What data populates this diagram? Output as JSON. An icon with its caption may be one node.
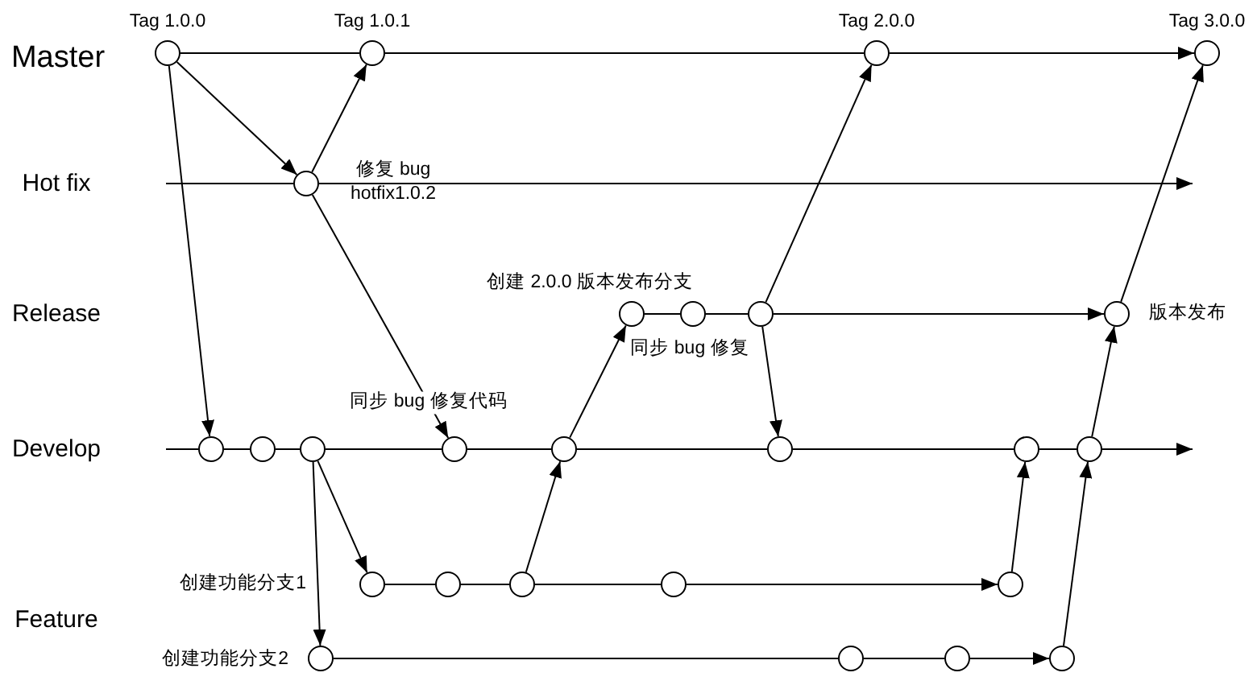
{
  "diagram": {
    "nodes": [
      {
        "text": [],
        "shape": "circle",
        "beside": [
          "Tag 1.0.0"
        ]
      },
      {
        "text": [],
        "shape": "circle",
        "beside": [
          "Tag 1.0.1"
        ]
      },
      {
        "text": [],
        "shape": "circle",
        "beside": [
          "Tag 2.0.0"
        ]
      },
      {
        "text": [],
        "shape": "circle",
        "beside": [
          "Tag 3.0.0"
        ]
      },
      {
        "text": [],
        "shape": "circle",
        "beside": [
          "修复 bug",
          "hotfix1.0.2"
        ]
      },
      {
        "text": [],
        "shape": "circle",
        "beside": [
          "创建 2.0.0 版本发布分支"
        ]
      },
      {
        "text": [],
        "shape": "circle",
        "beside": [
          "同步 bug 修复"
        ]
      },
      {
        "text": [],
        "shape": "circle"
      },
      {
        "text": [],
        "shape": "circle",
        "beside": [
          "版本发布"
        ]
      },
      {
        "text": [],
        "shape": "circle"
      },
      {
        "text": [],
        "shape": "circle"
      },
      {
        "text": [],
        "shape": "circle"
      },
      {
        "text": [],
        "shape": "circle"
      },
      {
        "text": [],
        "shape": "circle"
      },
      {
        "text": [],
        "shape": "circle"
      },
      {
        "text": [],
        "shape": "circle"
      },
      {
        "text": [],
        "shape": "circle"
      },
      {
        "text": [],
        "shape": "circle",
        "beside": [
          "创建功能分支1"
        ]
      },
      {
        "text": [],
        "shape": "circle"
      },
      {
        "text": [],
        "shape": "circle"
      },
      {
        "text": [],
        "shape": "circle"
      },
      {
        "text": [],
        "shape": "circle"
      },
      {
        "text": [],
        "shape": "circle",
        "beside": [
          "创建功能分支2"
        ]
      },
      {
        "text": [],
        "shape": "circle"
      },
      {
        "text": [],
        "shape": "circle"
      },
      {
        "text": [],
        "shape": "circle"
      }
    ],
    "edges": [
      {
        "from": 0,
        "to": 1,
        "arrow": "none"
      },
      {
        "from": 1,
        "to": 2,
        "arrow": "none"
      },
      {
        "from": 2,
        "to": 3,
        "arrow": "to"
      },
      {
        "from": 0,
        "to": 4,
        "arrow": "to"
      },
      {
        "from": 4,
        "to": 1,
        "arrow": "to"
      },
      {
        "from": 0,
        "to": 9,
        "arrow": "to"
      },
      {
        "from": null,
        "to": 4,
        "arrow": "none"
      },
      {
        "from": 4,
        "to": null,
        "arrow": "to"
      },
      {
        "from": 4,
        "to": 12,
        "arrow": "to",
        "label": "同步 bug 修复代码"
      },
      {
        "from": 5,
        "to": 6,
        "arrow": "none"
      },
      {
        "from": 6,
        "to": 7,
        "arrow": "none"
      },
      {
        "from": 7,
        "to": 8,
        "arrow": "to"
      },
      {
        "from": 7,
        "to": 2,
        "arrow": "to"
      },
      {
        "from": 7,
        "to": 14,
        "arrow": "to"
      },
      {
        "from": 8,
        "to": 3,
        "arrow": "to"
      },
      {
        "from": null,
        "to": 9,
        "arrow": "none"
      },
      {
        "from": 9,
        "to": 10,
        "arrow": "none"
      },
      {
        "from": 10,
        "to": 11,
        "arrow": "none"
      },
      {
        "from": 11,
        "to": 12,
        "arrow": "none"
      },
      {
        "from": 12,
        "to": 13,
        "arrow": "none"
      },
      {
        "from": 13,
        "to": 14,
        "arrow": "none"
      },
      {
        "from": 14,
        "to": 15,
        "arrow": "none"
      },
      {
        "from": 15,
        "to": 16,
        "arrow": "none"
      },
      {
        "from": 16,
        "to": null,
        "arrow": "to"
      },
      {
        "from": 13,
        "to": 5,
        "arrow": "to"
      },
      {
        "from": 16,
        "to": 8,
        "arrow": "to"
      },
      {
        "from": 11,
        "to": 17,
        "arrow": "to"
      },
      {
        "from": 11,
        "to": 22,
        "arrow": "to"
      },
      {
        "from": 17,
        "to": 18,
        "arrow": "none"
      },
      {
        "from": 18,
        "to": 19,
        "arrow": "none"
      },
      {
        "from": 19,
        "to": 20,
        "arrow": "none"
      },
      {
        "from": 20,
        "to": 21,
        "arrow": "to"
      },
      {
        "from": 19,
        "to": 13,
        "arrow": "to"
      },
      {
        "from": 21,
        "to": 15,
        "arrow": "to"
      },
      {
        "from": 22,
        "to": 23,
        "arrow": "none"
      },
      {
        "from": 23,
        "to": 24,
        "arrow": "none"
      },
      {
        "from": 24,
        "to": 25,
        "arrow": "to"
      },
      {
        "from": 25,
        "to": 16,
        "arrow": "to"
      }
    ],
    "labels": [
      "Master",
      "Hot fix",
      "Release",
      "Develop",
      "Feature"
    ]
  }
}
